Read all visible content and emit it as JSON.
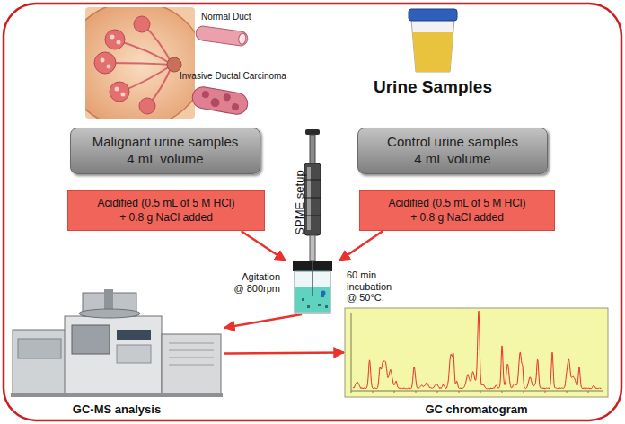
{
  "diagram": {
    "nodes": [
      {
        "text": [
          "Malignant urine samples 4 mL volume"
        ]
      },
      {
        "text": [
          "Control urine samples 4 mL volume"
        ]
      },
      {
        "text": [
          "Acidified (0.5 mL of 5 M HCl) + 0.8 g NaCl added"
        ]
      },
      {
        "text": [
          "Acidified (0.5 mL of 5 M HCl) + 0.8 g NaCl added"
        ]
      },
      {
        "text": [
          "SPME setup"
        ]
      },
      {
        "text": [
          "GC-MS analysis"
        ]
      },
      {
        "text": [
          "GC chromatogram"
        ]
      }
    ],
    "edges": [
      {
        "from": 2,
        "to": 4,
        "arrow": "to"
      },
      {
        "from": 3,
        "to": 4,
        "arrow": "to"
      },
      {
        "from": 4,
        "to": 5,
        "arrow": "to"
      },
      {
        "from": 5,
        "to": 6,
        "arrow": "to"
      }
    ],
    "labels": [
      "Normal Duct",
      "Invasive Ductal Carcinoma",
      "Urine Samples",
      "Agitation @ 800rpm",
      "60 min incubation @ 50°C."
    ]
  }
}
